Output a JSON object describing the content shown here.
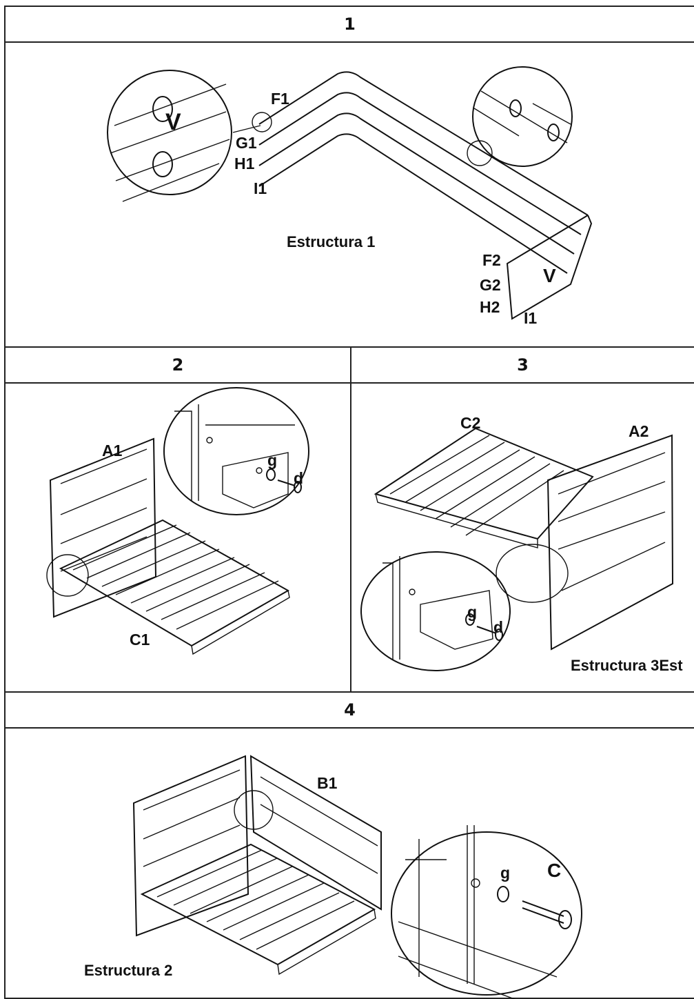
{
  "steps": [
    {
      "number": "1",
      "caption": "Estructura 1",
      "labels": {
        "f1": "F1",
        "g1": "G1",
        "h1": "H1",
        "i1": "I1",
        "f2": "F2",
        "g2": "G2",
        "h2": "H2",
        "i1b": "I1",
        "v1": "V",
        "v2": "V"
      }
    },
    {
      "number": "2",
      "caption": "",
      "labels": {
        "a1": "A1",
        "c1": "C1",
        "g": "g",
        "d": "d"
      }
    },
    {
      "number": "3",
      "caption": "Estructura 3Est",
      "labels": {
        "c2": "C2",
        "a2": "A2",
        "g": "g",
        "d": "d"
      }
    },
    {
      "number": "4",
      "caption": "Estructura 2",
      "labels": {
        "b1": "B1",
        "g": "g",
        "c": "C"
      }
    }
  ]
}
